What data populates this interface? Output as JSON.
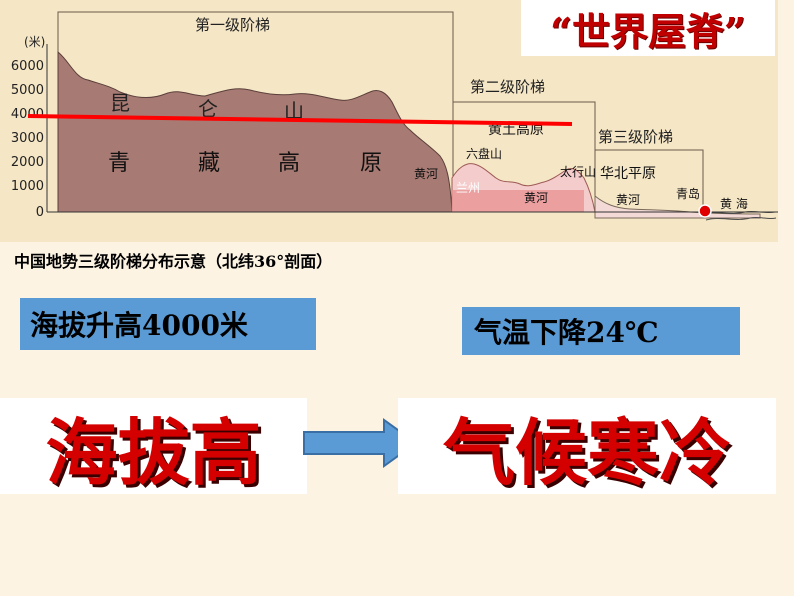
{
  "colors": {
    "plateau": "#a77a73",
    "step2": "#f4cccc",
    "step3": "#f3dad6",
    "redline": "#ff0000",
    "blue_box": "#5b9bd5",
    "big_text": "#d40000"
  },
  "header": {
    "title": "“世界屋脊”"
  },
  "profile": {
    "unit_label": "(米)",
    "y_ticks": [
      "6000",
      "5000",
      "4000",
      "3000",
      "2000",
      "1000",
      "0"
    ],
    "steps": [
      "第一级阶梯",
      "第二级阶梯",
      "第三级阶梯"
    ],
    "labels": {
      "kunlun": [
        "昆",
        "仑",
        "山"
      ],
      "qingzang": [
        "青",
        "藏",
        "高",
        "原"
      ],
      "huangtu": "黄土高原",
      "liupan": "六盘山",
      "lanzhou": "兰州",
      "taihang": "太行山",
      "huabei": "华北平原",
      "huanghe_1": "黄河",
      "huanghe_2": "黄河",
      "huanghe_3": "黄河",
      "qingdao": "青岛",
      "huanghai": "黄 海"
    }
  },
  "caption": "中国地势三级阶梯分布示意（北纬36°剖面）",
  "facts": {
    "altitude_rise": "海拔升高4000米",
    "temp_drop": "气温下降24℃"
  },
  "conclusion": {
    "left": "海拔高",
    "right": "气候寒冷"
  }
}
